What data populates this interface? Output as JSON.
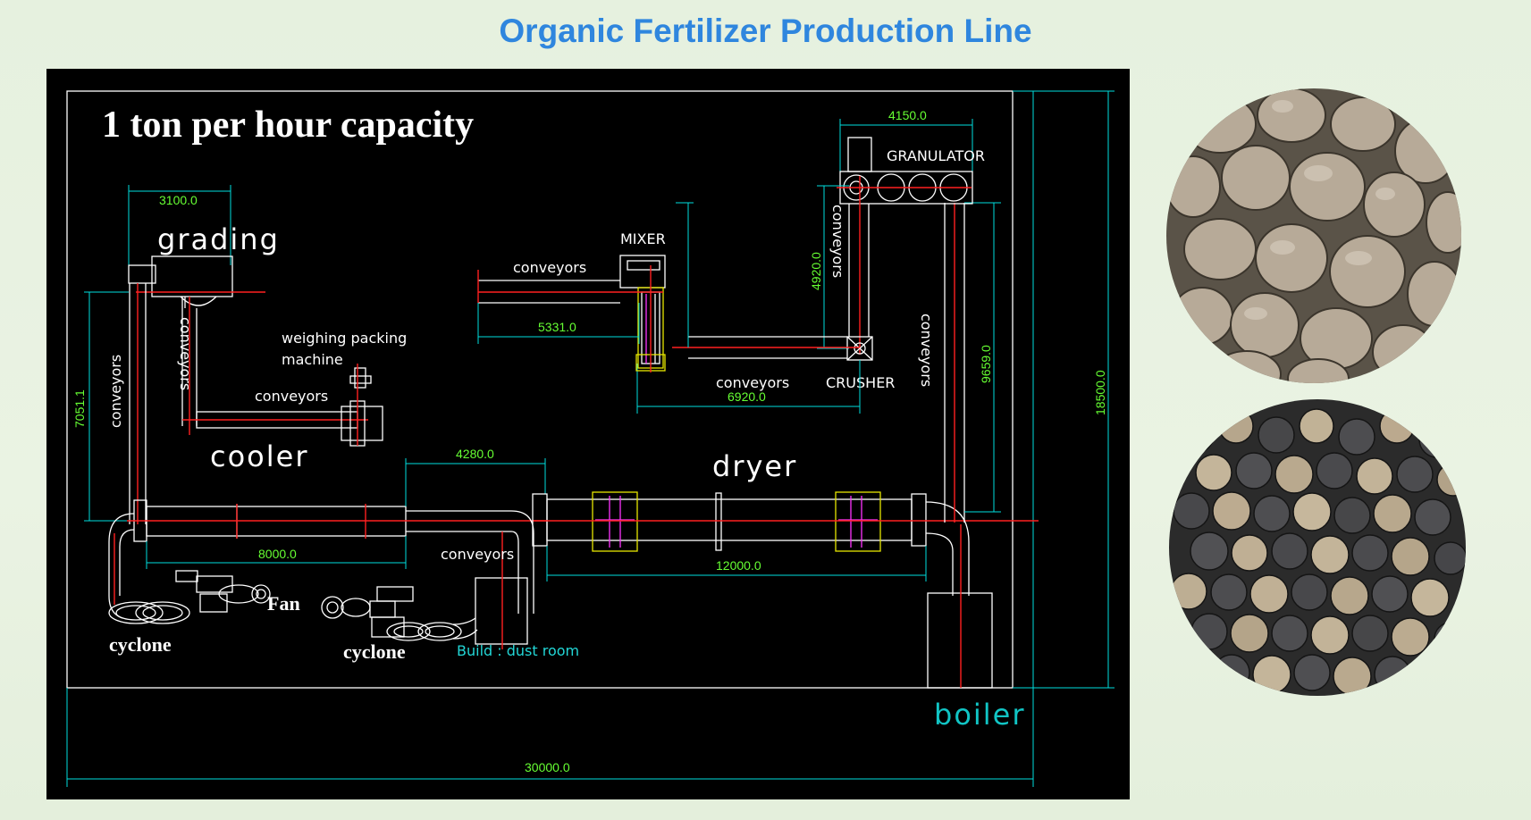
{
  "page": {
    "title": "Organic Fertilizer Production Line"
  },
  "drawing": {
    "capacity": "1 ton per hour capacity",
    "labels": {
      "grading": "grading",
      "cooler": "cooler",
      "dryer": "dryer",
      "boiler": "boiler",
      "mixer": "MIXER",
      "granulator": "GRANULATOR",
      "crusher": "CRUSHER",
      "weighing_1": "weighing  packing",
      "weighing_2": "machine",
      "fan": "Fan",
      "cyclone_left": "cyclone",
      "cyclone_right": "cyclone",
      "dust_room": "Build : dust room",
      "conveyors_grading": "conveyors",
      "conveyors_left": "conveyors",
      "conveyors_packing": "conveyors",
      "conveyors_mixer": "conveyors",
      "conveyors_crusher": "conveyors",
      "conveyors_granulator": "conveyors",
      "conveyors_right": "conveyors",
      "conveyors_dryer_in": "conveyors"
    },
    "dimensions": {
      "grading_width": "3100.0",
      "left_height": "7051.1",
      "cooler_length": "8000.0",
      "cooler_dryer_gap": "4280.0",
      "dryer_length": "12000.0",
      "mixer_conveyor": "5331.0",
      "crusher_conveyor": "6920.0",
      "granulator_width": "4150.0",
      "granulator_height": "4920.0",
      "right_height": "9659.0",
      "total_height": "18500.0",
      "total_width": "30000.0"
    },
    "colors": {
      "dimension": "#7fff3f",
      "outline": "#ffffff",
      "centerline": "#ff1a1a",
      "dimline": "#00e5e5",
      "accent_magenta": "#ff33ff",
      "accent_yellow": "#e6e600"
    }
  },
  "photos": {
    "top": "light-granules-photo",
    "bottom": "dark-granules-photo"
  }
}
